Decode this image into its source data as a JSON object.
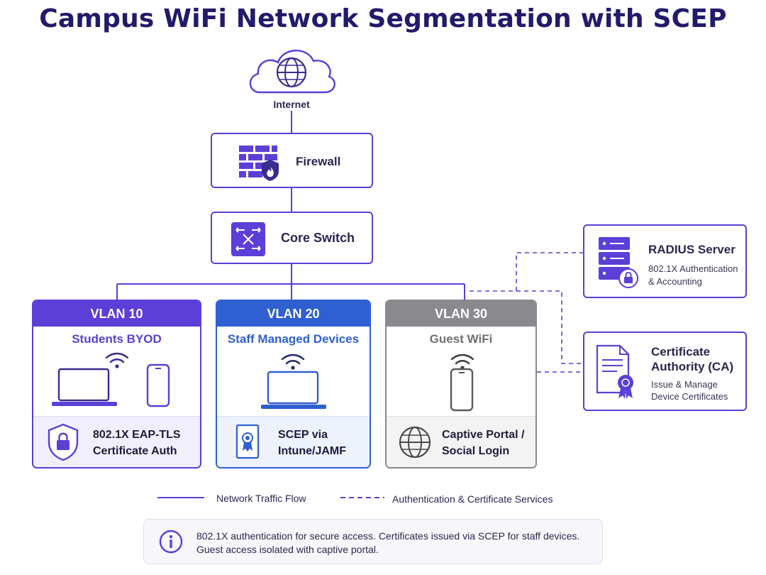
{
  "title": "Campus WiFi Network Segmentation with SCEP",
  "nodes": {
    "internet": "Internet",
    "firewall": "Firewall",
    "core_switch": "Core Switch"
  },
  "services": {
    "radius": {
      "title": "RADIUS Server",
      "desc1": "802.1X Authentication",
      "desc2": "& Accounting"
    },
    "ca": {
      "title1": "Certificate",
      "title2": "Authority (CA)",
      "desc1": "Issue & Manage",
      "desc2": "Device Certificates"
    }
  },
  "vlans": [
    {
      "name": "VLAN 10",
      "segment": "Students BYOD",
      "auth1": "802.1X EAP-TLS",
      "auth2": "Certificate Auth",
      "color": "#5b3fd6"
    },
    {
      "name": "VLAN 20",
      "segment": "Staff Managed Devices",
      "auth1": "SCEP via",
      "auth2": "Intune/JAMF",
      "color": "#2f5fd0"
    },
    {
      "name": "VLAN 30",
      "segment": "Guest WiFi",
      "auth1": "Captive Portal /",
      "auth2": "Social Login",
      "color": "#8a8a8e"
    }
  ],
  "legend": {
    "solid": "Network Traffic Flow",
    "dashed": "Authentication & Certificate Services"
  },
  "info": {
    "line1": "802.1X authentication for secure access. Certificates issued via SCEP for staff devices.",
    "line2": "Guest access isolated with captive portal."
  },
  "icons": [
    "globe-cloud-icon",
    "firewall-icon",
    "switch-icon",
    "server-icon",
    "certificate-icon",
    "wifi-icon",
    "laptop-icon",
    "phone-icon",
    "shield-lock-icon",
    "badge-icon",
    "globe-icon",
    "info-icon"
  ]
}
